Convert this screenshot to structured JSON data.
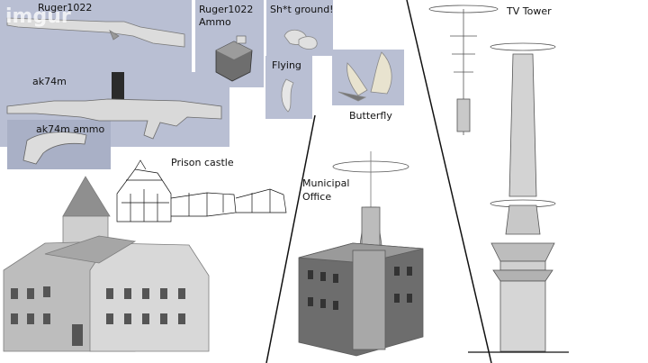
{
  "watermark": "imgur",
  "labels": {
    "ruger": "Ruger1022",
    "ruger_ammo": "Ruger1022 Ammo",
    "sh_ground": "Sh*t ground!",
    "flying": "Flying",
    "butterfly": "Butterfly",
    "ak74m": "ak74m",
    "ak74m_ammo": "ak74m ammo",
    "prison_castle": "Prison castle",
    "municipal_office": "Municipal Office",
    "tv_tower": "TV Tower"
  },
  "colors": {
    "panel": "#b9bfd3",
    "model": "#dcdcdc",
    "model_dark": "#8a8a8a",
    "line": "#111111"
  }
}
